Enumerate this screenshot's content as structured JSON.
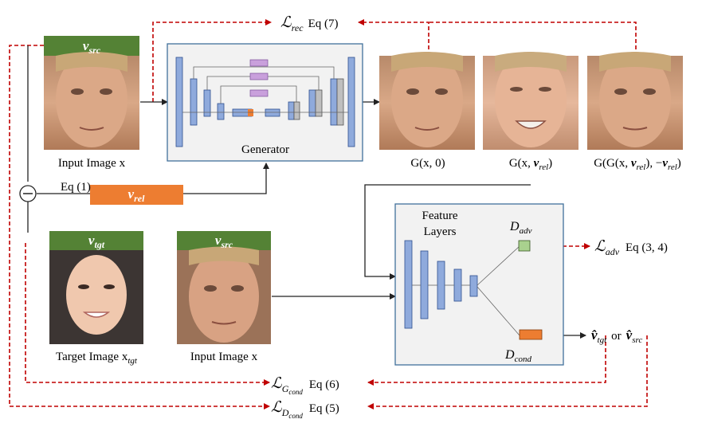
{
  "colors": {
    "green_label": "#548235",
    "orange_block": "#ED7D31",
    "blue_layer": "#8FAADC",
    "panel_bg": "#F2F2F2",
    "panel_border": "#41719C",
    "loss_arrow": "#C00000",
    "disc_green": "#A9D18E"
  },
  "labels": {
    "v_src": "v",
    "v_src_sub": "src",
    "v_tgt": "v",
    "v_tgt_sub": "tgt",
    "v_rel": "v",
    "v_rel_sub": "rel",
    "input_image_x_1": "Input Image x",
    "input_image_x_2": "Input Image x",
    "target_image_main": "Target Image x",
    "target_image_sub": "tgt",
    "generator": "Generator",
    "feature_layers_line1": "Feature",
    "feature_layers_line2": "Layers",
    "d_adv_main": "D",
    "d_adv_sub": "adv",
    "d_cond_main": "D",
    "d_cond_sub": "cond",
    "eq1": "Eq (1)",
    "minus": "−"
  },
  "outputs": {
    "g_x0": "G(x, 0)",
    "g_xvrel_prefix": "G(x, ",
    "g_xvrel_suffix": ")",
    "g_cycle_prefix": "G(G(x, ",
    "g_cycle_mid": "), −",
    "g_cycle_suffix": ")"
  },
  "losses": {
    "rec_main": "ℒ",
    "rec_sub": "rec",
    "rec_eq": "Eq (7)",
    "adv_main": "ℒ",
    "adv_sub": "adv",
    "adv_eq": "Eq (3, 4)",
    "gcond_main": "ℒ",
    "gcond_sub": "G",
    "gcond_subsub": "cond",
    "gcond_eq": "Eq (6)",
    "dcond_main": "ℒ",
    "dcond_sub": "D",
    "dcond_subsub": "cond",
    "dcond_eq": "Eq (5)",
    "pred_or": "or",
    "pred_vtgt": "v̂",
    "pred_vtgt_sub": "tgt",
    "pred_vsrc": "v̂",
    "pred_vsrc_sub": "src"
  }
}
